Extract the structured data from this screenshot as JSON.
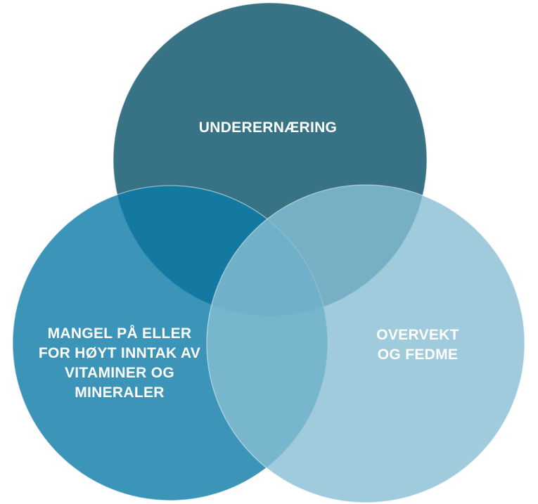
{
  "diagram": {
    "type": "venn",
    "background": "#FFFFFF",
    "label_color": "#FFFFFF",
    "circles": [
      {
        "id": "undernutrition",
        "label": "UNDERERNÆRING",
        "base_color": "#054F66",
        "rendered_color": "#377285",
        "opacity": 0.8
      },
      {
        "id": "vitamin-mineral-imbalance",
        "label": "MANGEL PÅ ELLER\nFOR HØYT INNTAK AV\nVITAMINER OG\nMINERALER",
        "base_color": "#0B7AA6",
        "rendered_color": "#3995B8",
        "opacity": 0.8
      },
      {
        "id": "overweight-obesity",
        "label": "OVERVEKT\nOG FEDME",
        "base_color": "#87BED3",
        "rendered_color": "#9FCBDC",
        "opacity": 0.8
      }
    ],
    "overlap_colors": {
      "top_and_left": "#0F7BA0",
      "top_and_right": "#6FAFC4",
      "left_and_right": "#72B5CD",
      "center_all_three": "#6CB1C9"
    },
    "edge_stroke": "rgba(255,255,255,0.5)"
  }
}
